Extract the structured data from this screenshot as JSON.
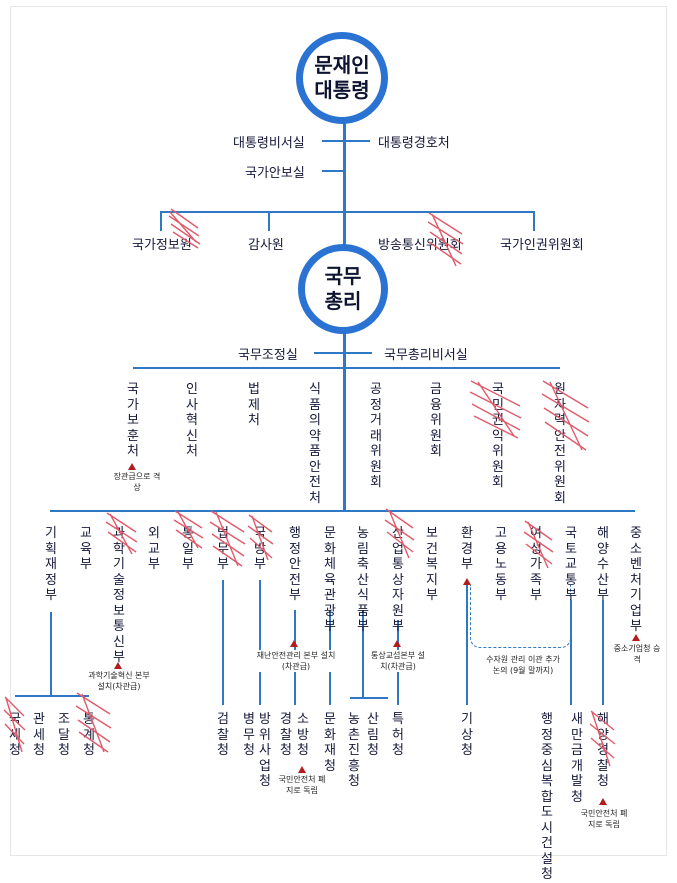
{
  "president": {
    "line1": "문재인",
    "line2": "대통령"
  },
  "presidential_offices": {
    "secretariat": "대통령비서실",
    "security_office": "국가안보실",
    "security_service": "대통령경호처"
  },
  "independent_agencies": [
    "국가정보원",
    "감사원",
    "방송통신위원회",
    "국가인권위원회"
  ],
  "prime_minister": {
    "line1": "국무",
    "line2": "총리"
  },
  "pm_offices": {
    "coordination": "국무조정실",
    "secretariat": "국무총리비서실"
  },
  "pm_agencies": [
    "국가보훈처",
    "인사혁신처",
    "법제처",
    "식품의약품안전처",
    "공정거래위원회",
    "금융위원회",
    "국민권익위원회",
    "원자력안전위원회"
  ],
  "pm_agency_note": "장관급으로 격상",
  "ministries": [
    "기획재정부",
    "교육부",
    "과학기술정보통신부",
    "외교부",
    "통일부",
    "법무부",
    "국방부",
    "행정안전부",
    "문화체육관광부",
    "농림축산식품부",
    "산업통상자원부",
    "보건복지부",
    "환경부",
    "고용노동부",
    "여성가족부",
    "국토교통부",
    "해양수산부",
    "중소벤처기업부"
  ],
  "agencies": {
    "moef": [
      "국세청",
      "관세청",
      "조달청",
      "통계청"
    ],
    "justice": "검찰청",
    "defense": [
      "병무청",
      "방위사업청"
    ],
    "interior": [
      "경찰청",
      "소방청"
    ],
    "culture": "문화재청",
    "agriculture": [
      "농촌진흥청",
      "산림청"
    ],
    "industry": "특허청",
    "environment": "기상청",
    "land": [
      "행정중심복합도시건설청",
      "새만금개발청"
    ],
    "ocean": "해양경찰청"
  },
  "notes": {
    "science": "과학기술혁신 본부 설치(차관급)",
    "interior": "재난안전관리 본부 설치(차관급)",
    "industry": "통상교섭본부 설치(차관급)",
    "fire": "국민안전처 폐지로 독립",
    "water": "수자원 관리 이관 추가 논의 (9월 말까지)",
    "sme": "중소기업청 승격",
    "coast": "국민안전처 폐지로 독립"
  },
  "colors": {
    "line": "#2f78c6",
    "circle": "#2a73d2",
    "marker": "#b31c1c",
    "scribble": "#e05a6a"
  }
}
